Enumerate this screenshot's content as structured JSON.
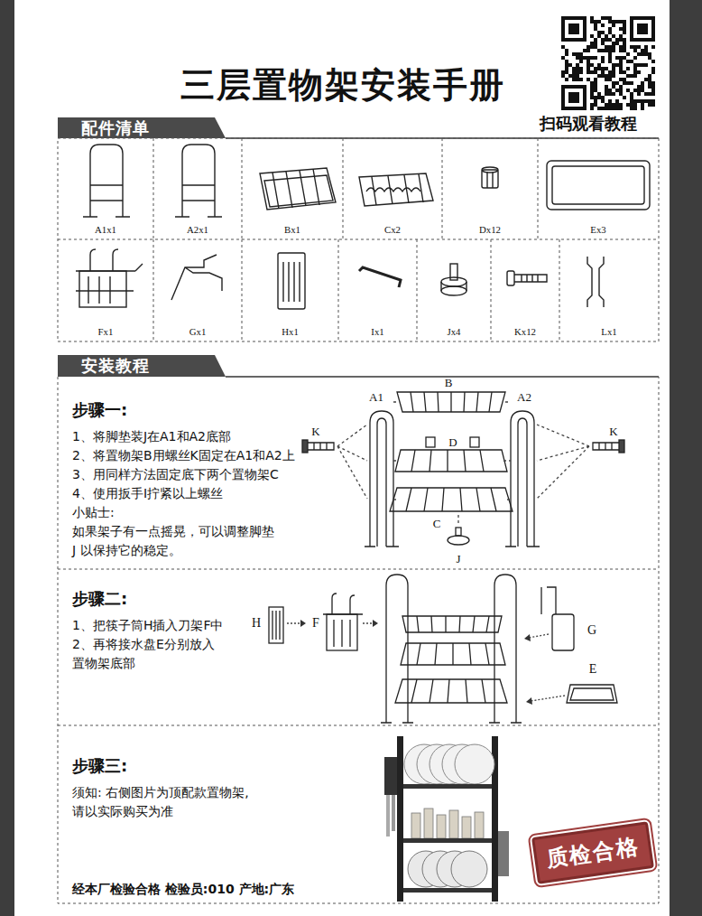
{
  "diagram": {
    "title": "三层置物架安装手册",
    "nodes": [
      {
        "text": [
          "配件清单"
        ]
      },
      {
        "text": [
          "A1x1"
        ],
        "in": 0
      },
      {
        "text": [
          "A2x1"
        ],
        "in": 0
      },
      {
        "text": [
          "Bx1"
        ],
        "in": 0
      },
      {
        "text": [
          "Cx2"
        ],
        "in": 0
      },
      {
        "text": [
          "Dx12"
        ],
        "in": 0
      },
      {
        "text": [
          "Ex3"
        ],
        "in": 0
      },
      {
        "text": [
          "Fx1"
        ],
        "in": 0
      },
      {
        "text": [
          "Gx1"
        ],
        "in": 0
      },
      {
        "text": [
          "Hx1"
        ],
        "in": 0
      },
      {
        "text": [
          "Ix1"
        ],
        "in": 0
      },
      {
        "text": [
          "Jx4"
        ],
        "in": 0
      },
      {
        "text": [
          "Kx12"
        ],
        "in": 0
      },
      {
        "text": [
          "Lx1"
        ],
        "in": 0
      },
      {
        "text": [
          "安装教程"
        ]
      },
      {
        "text": [
          "步骤一:",
          "1、将脚垫装J在A1和A2底部",
          "2、将置物架B用螺丝K固定在A1和A2上",
          "3、用同样方法固定底下两个置物架C",
          "4、使用扳手I拧紧以上螺丝",
          "小贴士:",
          "如果架子有一点摇晃，可以调整脚垫J 以保持它的稳定。"
        ],
        "in": 14
      },
      {
        "text": [
          "步骤二:",
          "1、把筷子筒H插入刀架F中",
          "2、再将接水盘E分别放入 置物架底部"
        ],
        "in": 14
      },
      {
        "text": [
          "步骤三:",
          "须知: 右侧图片为顶配款置物架, 请以实际购买为准"
        ],
        "in": 14
      },
      {
        "text": [
          "质检合格"
        ],
        "in": 17
      }
    ],
    "labels": [
      "扫码观看教程",
      "A1",
      "B",
      "A2",
      "K",
      "D",
      "K",
      "C",
      "J",
      "H",
      "F",
      "G",
      "E",
      "经本厂检验合格 检验员:010 产地:广东"
    ]
  }
}
